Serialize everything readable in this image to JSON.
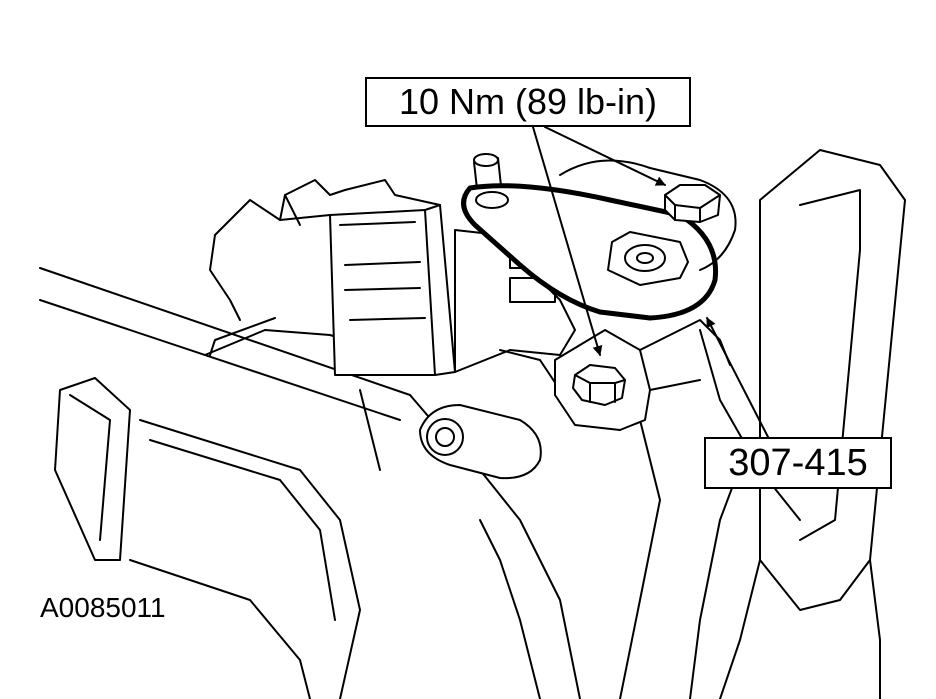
{
  "callouts": {
    "torque_spec": "10 Nm (89 lb-in)",
    "tool_number": "307-415"
  },
  "figure_id": "A0085011",
  "colors": {
    "line": "#000000",
    "background": "#ffffff"
  }
}
